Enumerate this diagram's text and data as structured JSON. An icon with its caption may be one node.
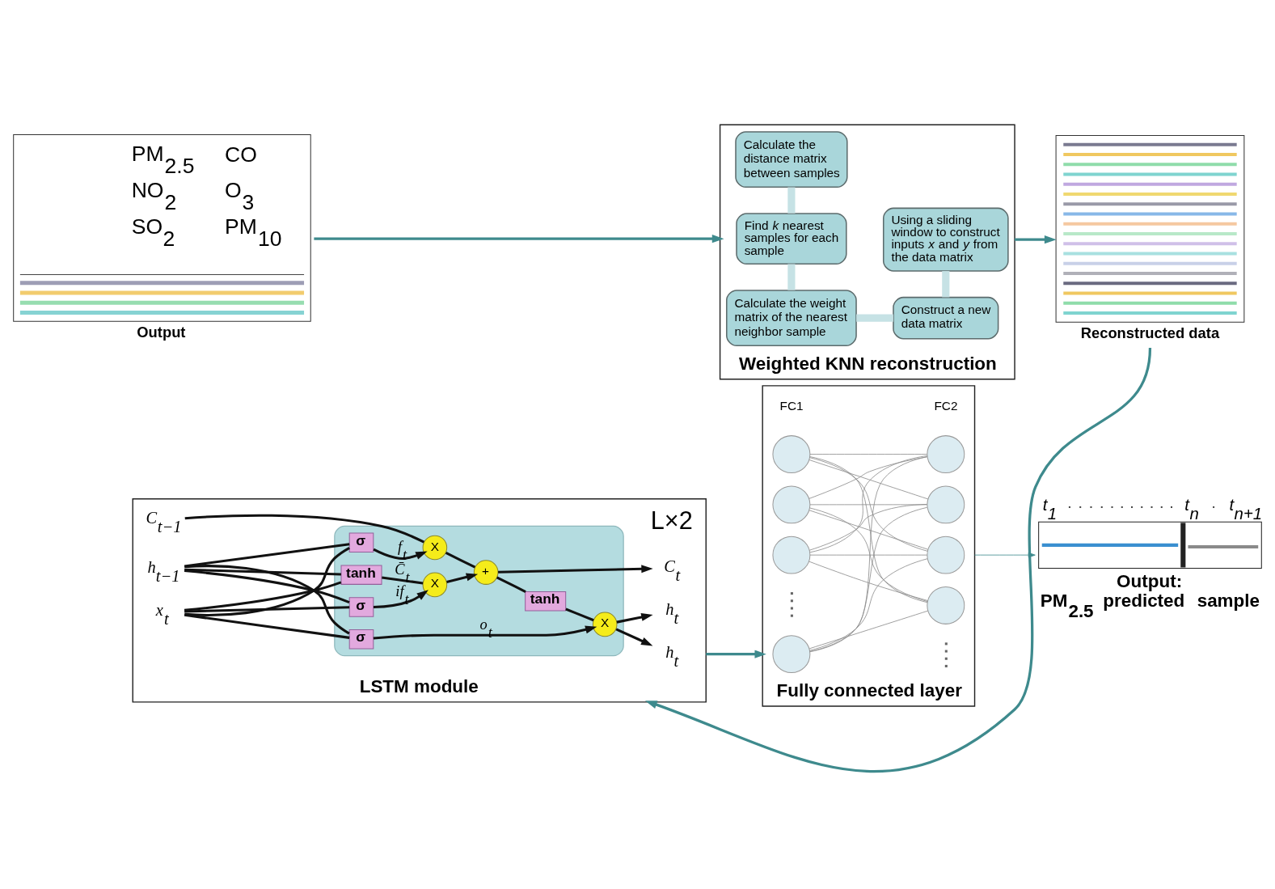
{
  "diagram": {
    "nodes": [
      {
        "text": [
          "PM$_{2.5}$",
          "CO",
          "NO$_{2}$",
          "O$_{3}$",
          "SO$_{2}$",
          "PM$_{10}$",
          "Output"
        ]
      },
      {
        "text": [
          "Weighted KNN reconstruction"
        ]
      },
      {
        "text": [
          "Calculate the distance matrix between samples"
        ],
        "in": 1
      },
      {
        "text": [
          "Find *k* nearest samples for each sample"
        ],
        "in": 1
      },
      {
        "text": [
          "Using a sliding window to construct inputs *x* and *y* from the data matrix"
        ],
        "in": 1
      },
      {
        "text": [
          "Calculate the weight matrix of the nearest neighbor sample"
        ],
        "in": 1
      },
      {
        "text": [
          "Construct a new data matrix"
        ],
        "in": 1
      },
      {
        "text": [
          "Reconstructed data"
        ]
      },
      {
        "text": [
          "LSTM module"
        ]
      },
      {
        "text": [],
        "shape": "box",
        "in": 8
      },
      {
        "text": [
          "h$_{t}$"
        ],
        "in": 8
      },
      {
        "text": [
          "C$_{t−1}$"
        ],
        "in": 8
      },
      {
        "text": [
          "X"
        ],
        "in": 9
      },
      {
        "text": [
          "+"
        ],
        "in": 9
      },
      {
        "text": [
          "C$_{t}$"
        ],
        "in": 8
      },
      {
        "text": [
          "tanh"
        ],
        "in": 9
      },
      {
        "text": [
          "X"
        ],
        "in": 9
      },
      {
        "text": [
          "X"
        ],
        "in": 9
      },
      {
        "text": [
          "σ"
        ],
        "in": 9
      },
      {
        "text": [
          "σ"
        ],
        "in": 9
      },
      {
        "text": [
          "tanh"
        ],
        "in": 9
      },
      {
        "text": [
          "σ"
        ],
        "in": 9
      },
      {
        "text": [
          "h$_{t−1}$"
        ],
        "in": 8
      },
      {
        "text": [
          "h$_{t}$"
        ],
        "in": 8
      },
      {
        "text": [
          "x$_{t}$"
        ],
        "in": 8
      },
      {
        "text": [
          "Fully connected layer"
        ]
      },
      {
        "text": [],
        "shape": "circle",
        "in": 25
      },
      {
        "text": [],
        "shape": "circle",
        "in": 25
      },
      {
        "text": [],
        "shape": "circle",
        "in": 25
      },
      {
        "text": [],
        "shape": "circle",
        "in": 25
      },
      {
        "text": [],
        "shape": "circle",
        "in": 25
      },
      {
        "text": [],
        "shape": "circle",
        "in": 25
      },
      {
        "text": [],
        "shape": "circle",
        "in": 25
      },
      {
        "text": [],
        "shape": "circle",
        "in": 25
      },
      {
        "text": [
          "Output: PM$_{2.5}$ predicted sample"
        ],
        "beside": [
          "t$_{1}$",
          "t$_{n}$",
          "t$_{n+1}$"
        ]
      }
    ],
    "edges": [
      {
        "from": 0,
        "to": 1,
        "arrow": "to",
        "color": "#3e8a8d"
      },
      {
        "from": 1,
        "to": 7,
        "arrow": "to",
        "color": "#3e8a8d"
      },
      {
        "from": 3,
        "to": 2,
        "arrow": "none",
        "style": "thick",
        "color": "#c6e2e5"
      },
      {
        "from": 5,
        "to": 3,
        "arrow": "none",
        "style": "thick",
        "color": "#c6e2e5"
      },
      {
        "from": 5,
        "to": 6,
        "arrow": "none",
        "style": "thick",
        "color": "#c6e2e5"
      },
      {
        "from": 6,
        "to": 4,
        "arrow": "none",
        "style": "thick",
        "color": "#c6e2e5"
      },
      {
        "from": 7,
        "to": 8,
        "arrow": "to",
        "color": "#3e8a8d"
      },
      {
        "from": 11,
        "to": 12,
        "arrow": "none"
      },
      {
        "from": 12,
        "to": 13,
        "arrow": "none"
      },
      {
        "from": 13,
        "to": 14,
        "arrow": "to"
      },
      {
        "from": 13,
        "to": 15,
        "arrow": "none"
      },
      {
        "from": 15,
        "to": 17,
        "arrow": "none"
      },
      {
        "from": 18,
        "to": 12,
        "arrow": "to",
        "label": "f$_{t}$"
      },
      {
        "from": 19,
        "to": 16,
        "arrow": "to",
        "label": "if$_{t}$"
      },
      {
        "from": 20,
        "to": 16,
        "arrow": "none",
        "label": "C̄$_{t}$"
      },
      {
        "from": 16,
        "to": 13,
        "arrow": "to"
      },
      {
        "from": 21,
        "to": 17,
        "arrow": "to",
        "label": "o$_{t}$"
      },
      {
        "from": 17,
        "to": 10,
        "arrow": "to"
      },
      {
        "from": 17,
        "to": 23,
        "arrow": "to"
      },
      {
        "from": 22,
        "to": 18,
        "arrow": "none"
      },
      {
        "from": 22,
        "to": 19,
        "arrow": "none"
      },
      {
        "from": 22,
        "to": 20,
        "arrow": "none"
      },
      {
        "from": 22,
        "to": 21,
        "arrow": "none"
      },
      {
        "from": 24,
        "to": 18,
        "arrow": "none"
      },
      {
        "from": 24,
        "to": 19,
        "arrow": "none"
      },
      {
        "from": 24,
        "to": 20,
        "arrow": "none"
      },
      {
        "from": 24,
        "to": 21,
        "arrow": "none"
      },
      {
        "from": 8,
        "to": 25,
        "arrow": "to",
        "color": "#3e8a8d"
      },
      {
        "from": 26,
        "to": 30,
        "arrow": "none",
        "color": "#8a8a8a"
      },
      {
        "from": 26,
        "to": 31,
        "arrow": "none",
        "color": "#8a8a8a"
      },
      {
        "from": 26,
        "to": 32,
        "arrow": "none",
        "color": "#8a8a8a"
      },
      {
        "from": 26,
        "to": 33,
        "arrow": "none",
        "color": "#8a8a8a"
      },
      {
        "from": 27,
        "to": 30,
        "arrow": "none",
        "color": "#8a8a8a"
      },
      {
        "from": 27,
        "to": 31,
        "arrow": "none",
        "color": "#8a8a8a"
      },
      {
        "from": 27,
        "to": 32,
        "arrow": "none",
        "color": "#8a8a8a"
      },
      {
        "from": 27,
        "to": 33,
        "arrow": "none",
        "color": "#8a8a8a"
      },
      {
        "from": 28,
        "to": 30,
        "arrow": "none",
        "color": "#8a8a8a"
      },
      {
        "from": 28,
        "to": 31,
        "arrow": "none",
        "color": "#8a8a8a"
      },
      {
        "from": 28,
        "to": 32,
        "arrow": "none",
        "color": "#8a8a8a"
      },
      {
        "from": 28,
        "to": 33,
        "arrow": "none",
        "color": "#8a8a8a"
      },
      {
        "from": 29,
        "to": 30,
        "arrow": "none",
        "color": "#8a8a8a"
      },
      {
        "from": 29,
        "to": 31,
        "arrow": "none",
        "color": "#8a8a8a"
      },
      {
        "from": 29,
        "to": 32,
        "arrow": "none",
        "color": "#8a8a8a"
      },
      {
        "from": 29,
        "to": 33,
        "arrow": "none",
        "color": "#8a8a8a"
      },
      {
        "from": 25,
        "to": 34,
        "arrow": "to",
        "color": "#3e8a8d"
      }
    ],
    "labels": [
      "L×2",
      "FC1",
      "FC2"
    ]
  }
}
